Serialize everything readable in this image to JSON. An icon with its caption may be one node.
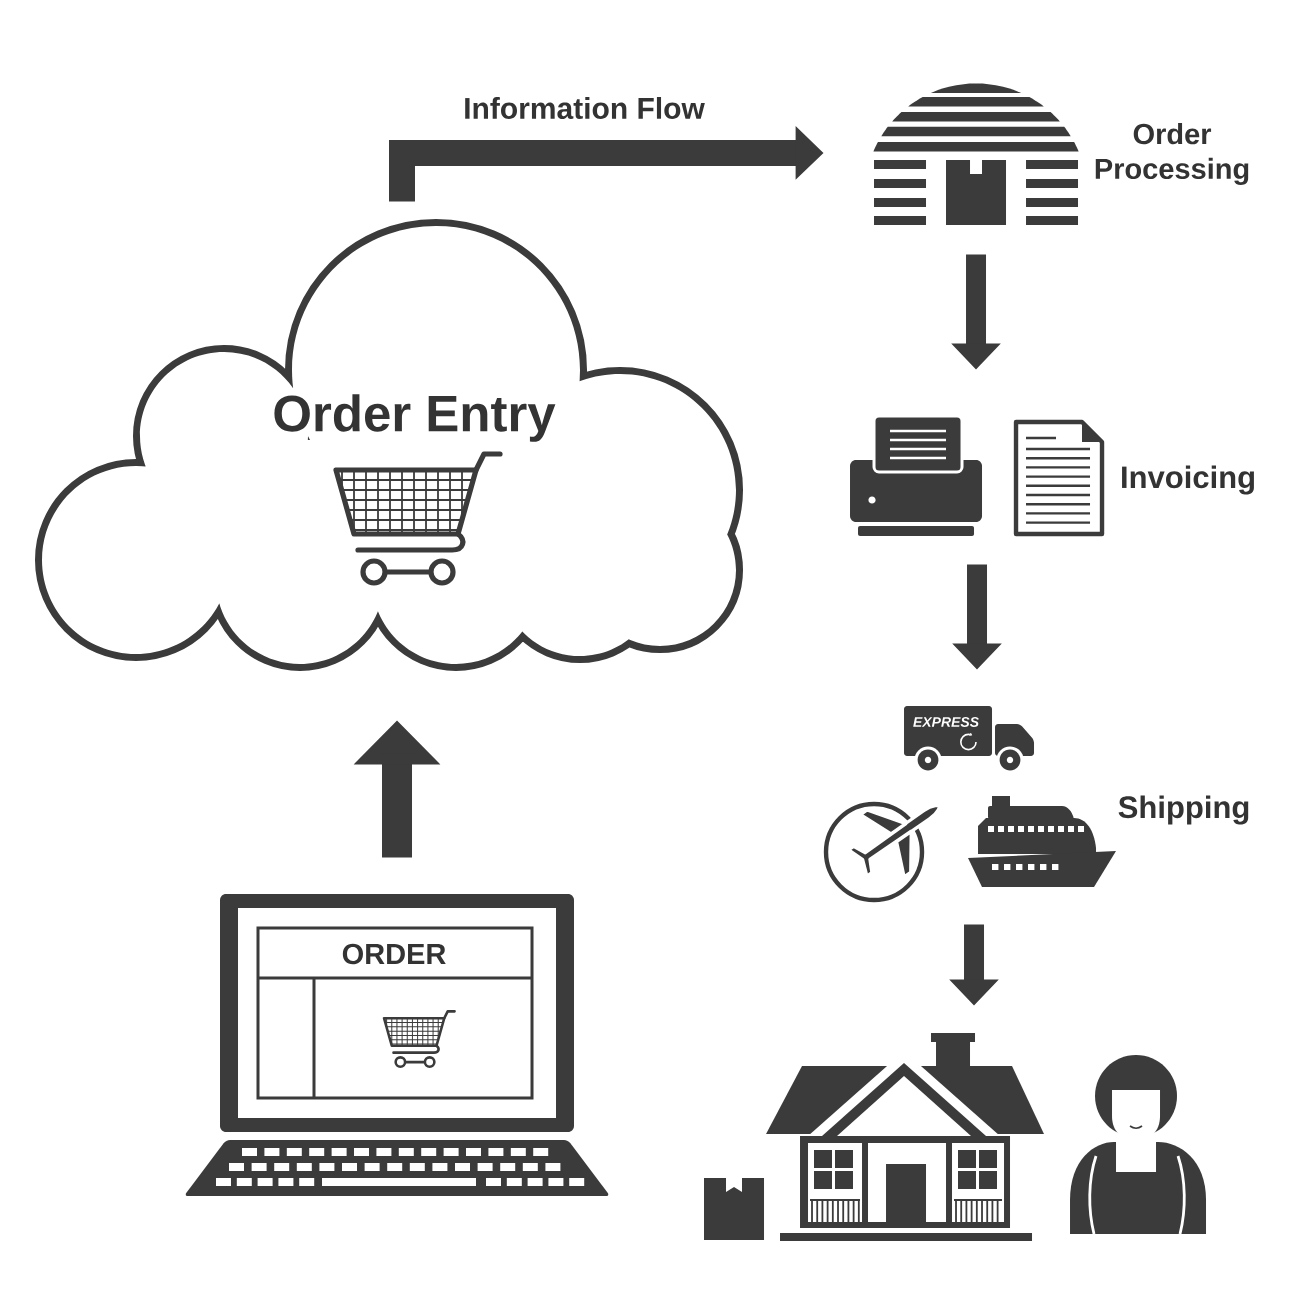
{
  "diagram": {
    "nodes": [
      {
        "text": [
          "ORDER"
        ]
      },
      {
        "text": [
          "Order Entry"
        ]
      },
      {
        "text": [
          "Order Processing"
        ]
      },
      {
        "text": [
          "Invoicing"
        ]
      },
      {
        "text": [
          "Shipping"
        ]
      },
      {
        "text": [],
        "shape": "picture"
      }
    ],
    "edges": [
      {
        "from": 0,
        "to": 1,
        "arrow": "to"
      },
      {
        "from": 1,
        "to": 2,
        "arrow": "to",
        "label": "Information Flow"
      },
      {
        "from": 2,
        "to": 3,
        "arrow": "to"
      },
      {
        "from": 3,
        "to": 4,
        "arrow": "to"
      },
      {
        "from": 4,
        "to": 5,
        "arrow": "to"
      }
    ],
    "labels": [
      "EXPRESS"
    ]
  }
}
